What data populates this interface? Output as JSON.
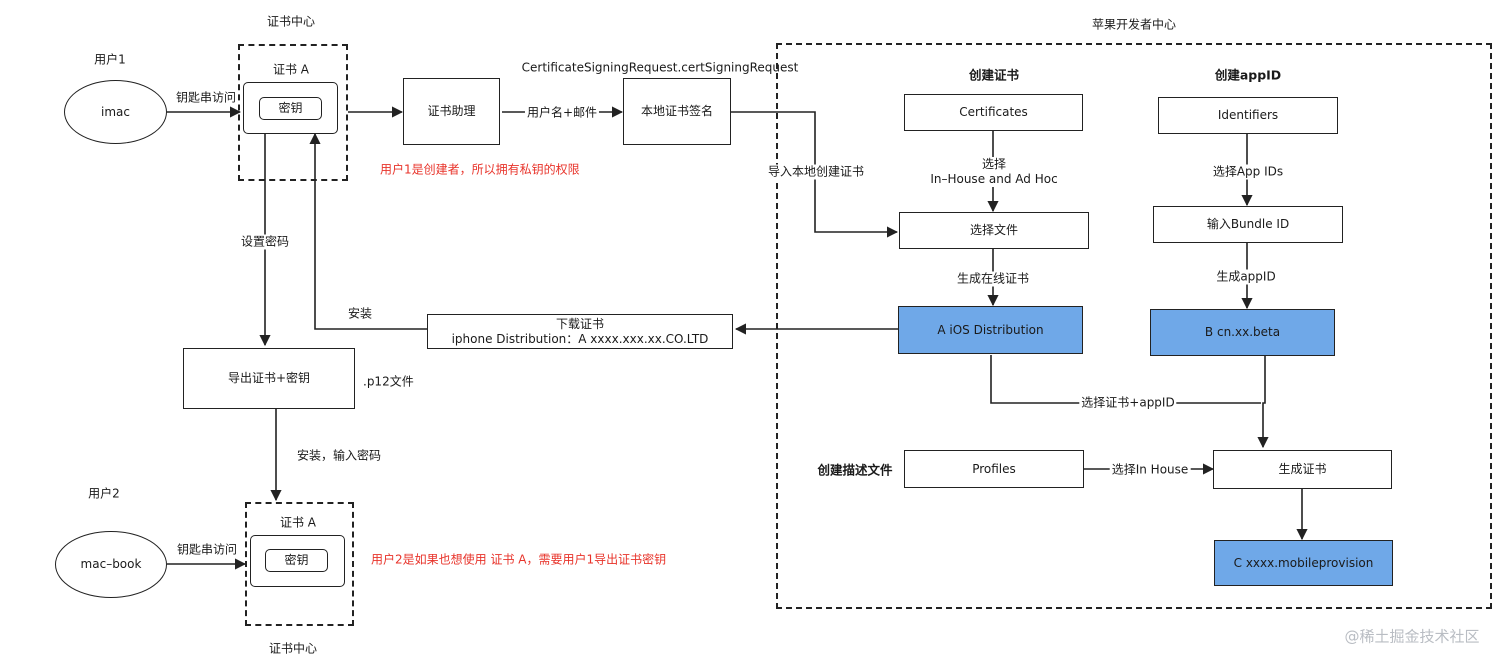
{
  "labels": {
    "cert_center_top": "证书中心",
    "cert_center_bottom": "证书中心",
    "apple_dev_center": "苹果开发者中心",
    "user1": "用户1",
    "user2": "用户2",
    "keychain_access_1": "钥匙串访问",
    "keychain_access_2": "钥匙串访问",
    "csr_filename": "CertificateSigningRequest.certSigningRequest",
    "username_email": "用户名+邮件",
    "user1_note": "用户1是创建者，所以拥有私钥的权限",
    "import_local": "导入本地创建证书",
    "set_password": "设置密码",
    "install_1": "安装",
    "p12_file": ".p12文件",
    "install_enter_password": "安装，输入密码",
    "user2_note": "用户2是如果也想使用 证书 A，需要用户1导出证书密钥",
    "create_cert": "创建证书",
    "create_appid": "创建appID",
    "choose_inhouse": "选择\nIn–House and Ad Hoc",
    "choose_app_ids": "选择App IDs",
    "generate_online_cert": "生成在线证书",
    "generate_appid": "生成appID",
    "choose_cert_appid": "选择证书+appID",
    "create_profile": "创建描述文件",
    "choose_in_house": "选择In House",
    "watermark": "@稀土掘金技术社区"
  },
  "nodes": {
    "imac": "imac",
    "macbook": "mac–book",
    "cert_a_title_1": "证书 A",
    "cert_a_title_2": "证书 A",
    "key_1": "密钥",
    "key_2": "密钥",
    "cert_assistant": "证书助理",
    "local_cert_sign": "本地证书签名",
    "certificates": "Certificates",
    "identifiers": "Identifiers",
    "choose_file": "选择文件",
    "input_bundle_id": "输入Bundle ID",
    "ios_distribution": "A iOS Distribution",
    "bundle_beta": "B cn.xx.beta",
    "download_cert": "下载证书\niphone Distribution：A xxxx.xxx.xx.CO.LTD",
    "export_cert_key": "导出证书+密钥",
    "profiles": "Profiles",
    "generate_cert": "生成证书",
    "mobileprovision": "C xxxx.mobileprovision"
  },
  "colors": {
    "highlight_fill": "#6fa8e8",
    "note_red": "#e8332a",
    "line": "#222222"
  }
}
